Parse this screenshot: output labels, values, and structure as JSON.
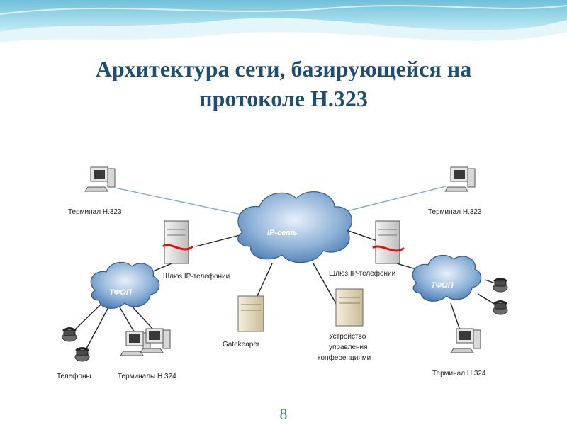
{
  "slide": {
    "title_line1": "Архитектура сети, базирующейся на",
    "title_line2": "протоколе H.323",
    "page_number": "8"
  },
  "diagram": {
    "cloud_ip": "IP-сеть",
    "cloud_pstn_left": "ТФОП",
    "cloud_pstn_right": "ТФОП",
    "terminal_left": "Терминал H.323",
    "terminal_right": "Терминал H.323",
    "gateway_left": "Шлюз IP-телефонии",
    "gateway_right": "Шлюз IP-телефонии",
    "gatekeeper": "Gatekeaper",
    "mcu_line1": "Устройство",
    "mcu_line2": "управления",
    "mcu_line3": "конференциями",
    "phones": "Телефоны",
    "terminals_h324_left": "Терминалы H.324",
    "terminal_h324_right": "Терминал H.324"
  },
  "colors": {
    "title": "#1f4e6e",
    "cloud": "#8fb3d9",
    "cloud_dark": "#3f6fa6",
    "wave_light": "#cfeef6",
    "wave_dark": "#7cc6dc",
    "page_number": "#3c78a8"
  }
}
